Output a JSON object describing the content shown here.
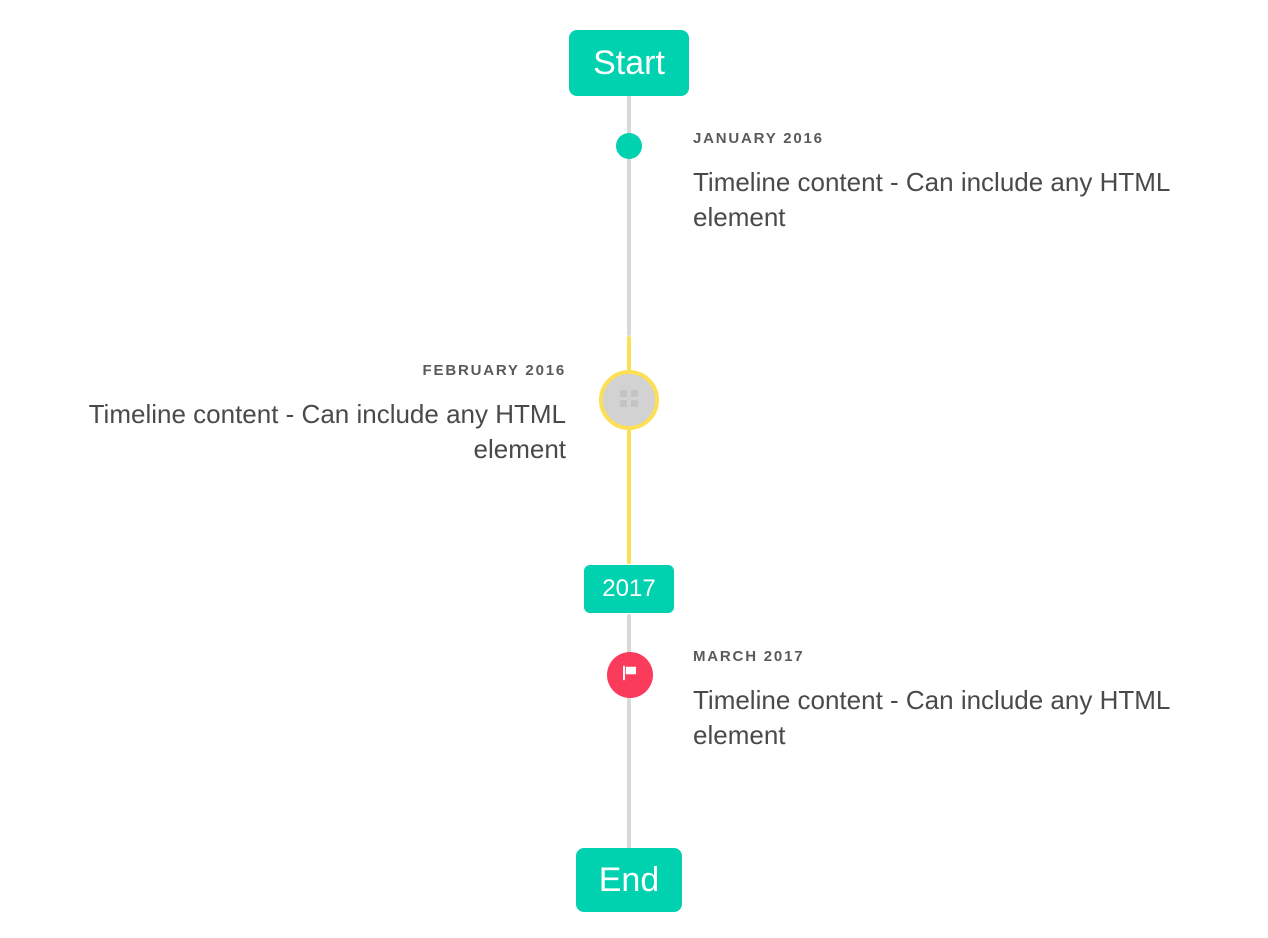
{
  "timeline": {
    "start_label": "Start",
    "end_label": "End",
    "year_label": "2017",
    "colors": {
      "accent_teal": "#00d2b0",
      "rail_gray": "#d8d8d8",
      "rail_yellow": "#fcdf55",
      "marker_pink": "#fb3b5c",
      "marker_gray": "#d2d2d2",
      "date_text": "#5a5a5a",
      "body_text": "#4a4a4a",
      "background": "#ffffff"
    },
    "entries": [
      {
        "date": "January 2016",
        "body": "Timeline content - Can include any HTML element",
        "side": "right",
        "marker": "dot-icon"
      },
      {
        "date": "February 2016",
        "body": "Timeline content - Can include any HTML element",
        "side": "left",
        "marker": "photo-icon"
      },
      {
        "date": "March 2017",
        "body": "Timeline content - Can include any HTML element",
        "side": "right",
        "marker": "flag-icon"
      }
    ]
  }
}
